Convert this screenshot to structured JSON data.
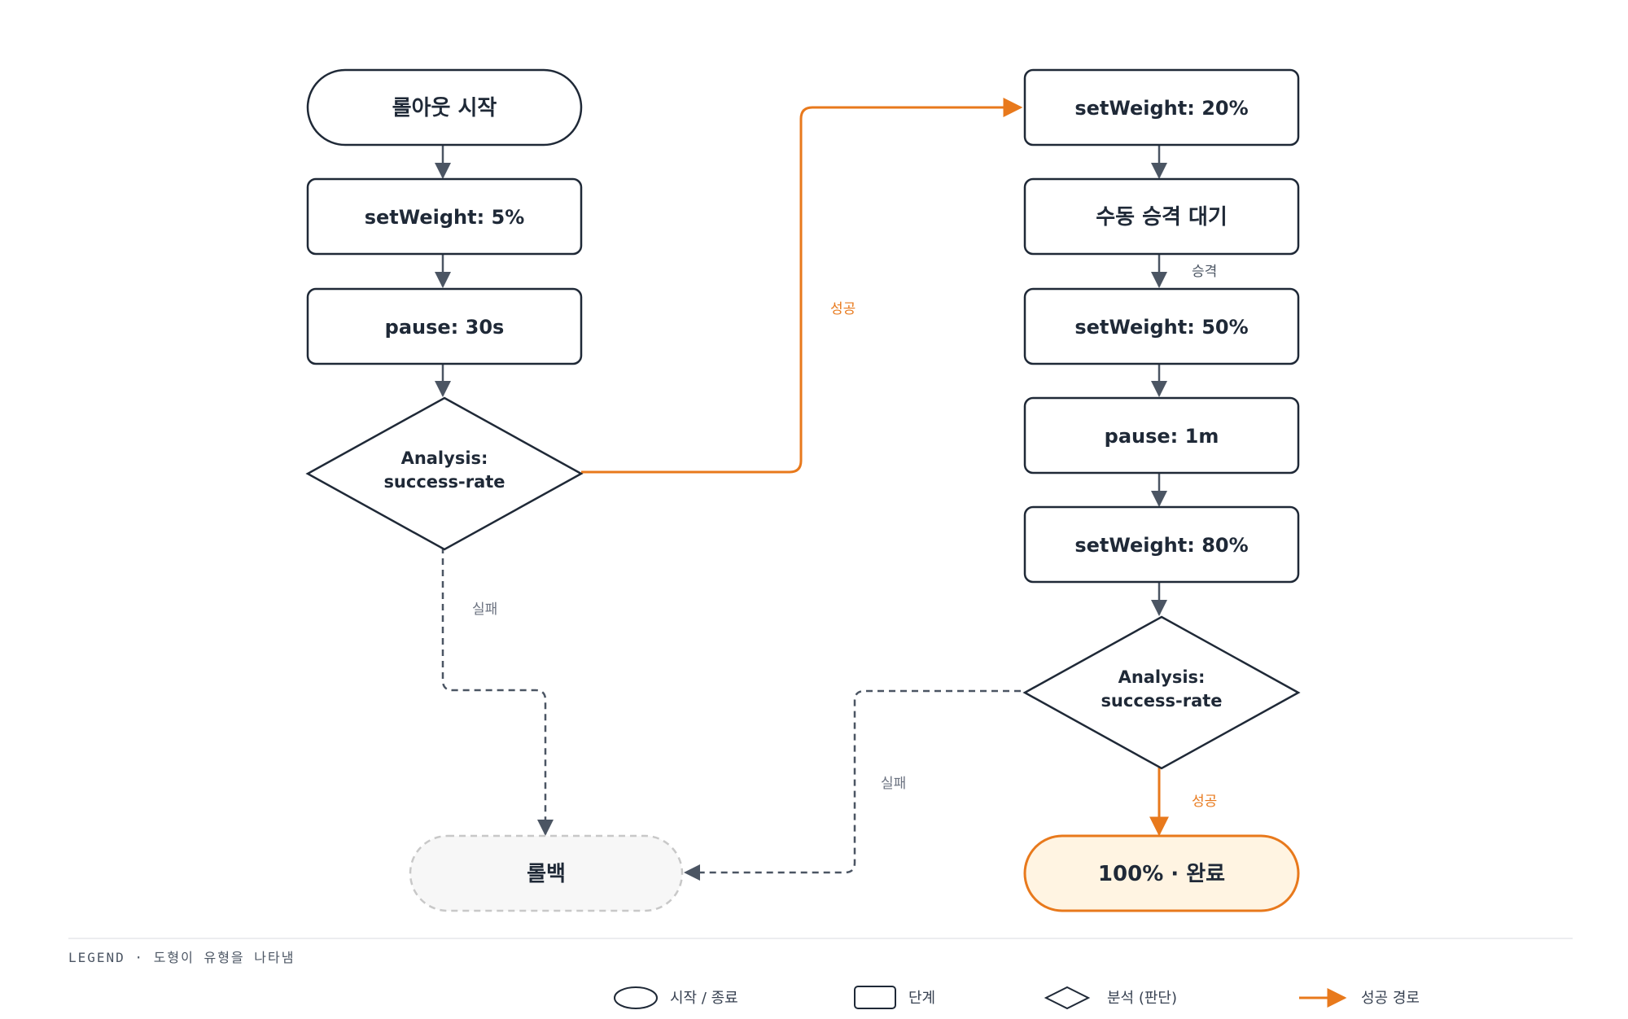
{
  "nodes": {
    "start": "롤아웃 시작",
    "sw5": "setWeight: 5%",
    "pause30": "pause: 30s",
    "analysis1_l1": "Analysis:",
    "analysis1_l2": "success-rate",
    "sw20": "setWeight: 20%",
    "manual": "수동 승격 대기",
    "sw50": "setWeight: 50%",
    "pause1m": "pause: 1m",
    "sw80": "setWeight: 80%",
    "analysis2_l1": "Analysis:",
    "analysis2_l2": "success-rate",
    "rollback": "롤백",
    "done": "100% · 완료"
  },
  "edge_labels": {
    "success1": "성공",
    "promote": "승격",
    "fail1": "실패",
    "fail2": "실패",
    "success2": "성공"
  },
  "legend": {
    "title": "LEGEND · 도형이 유형을 나타냄",
    "terminal": "시작 / 종료",
    "step": "단계",
    "decision": "분석 (판단)",
    "success_path": "성공 경로"
  },
  "colors": {
    "stroke": "#1f2937",
    "arrow": "#4b5563",
    "success": "#e8791c",
    "done_fill": "#fff4e2",
    "rollback_fill": "#f7f7f7",
    "rollback_stroke": "#c8c8c8",
    "fail_label": "#6b7280"
  }
}
